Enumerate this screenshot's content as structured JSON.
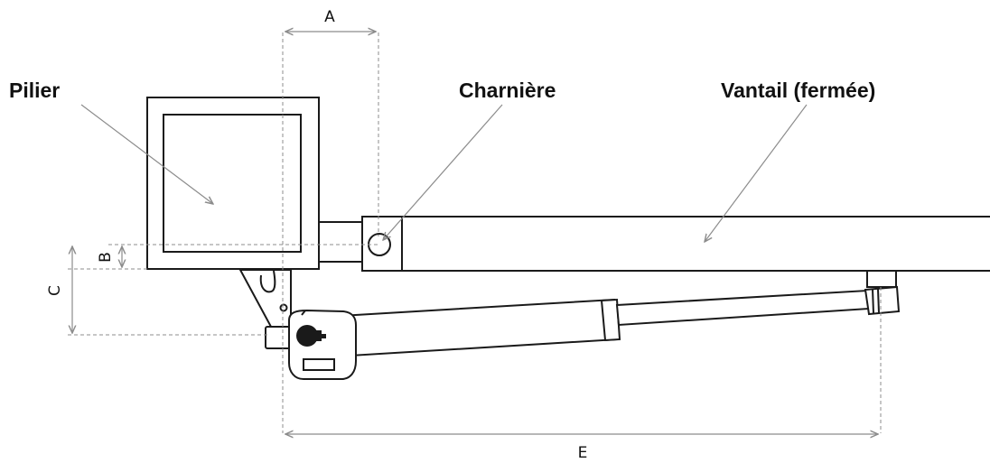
{
  "labels": {
    "pillar": "Pilier",
    "hinge": "Charnière",
    "leaf": "Vantail (fermée)"
  },
  "dimensions": {
    "a": "A",
    "b": "B",
    "c": "C",
    "e": "E"
  },
  "colors": {
    "outline": "#1a1a1a",
    "guide": "#8c8c8c",
    "background": "#ffffff"
  }
}
